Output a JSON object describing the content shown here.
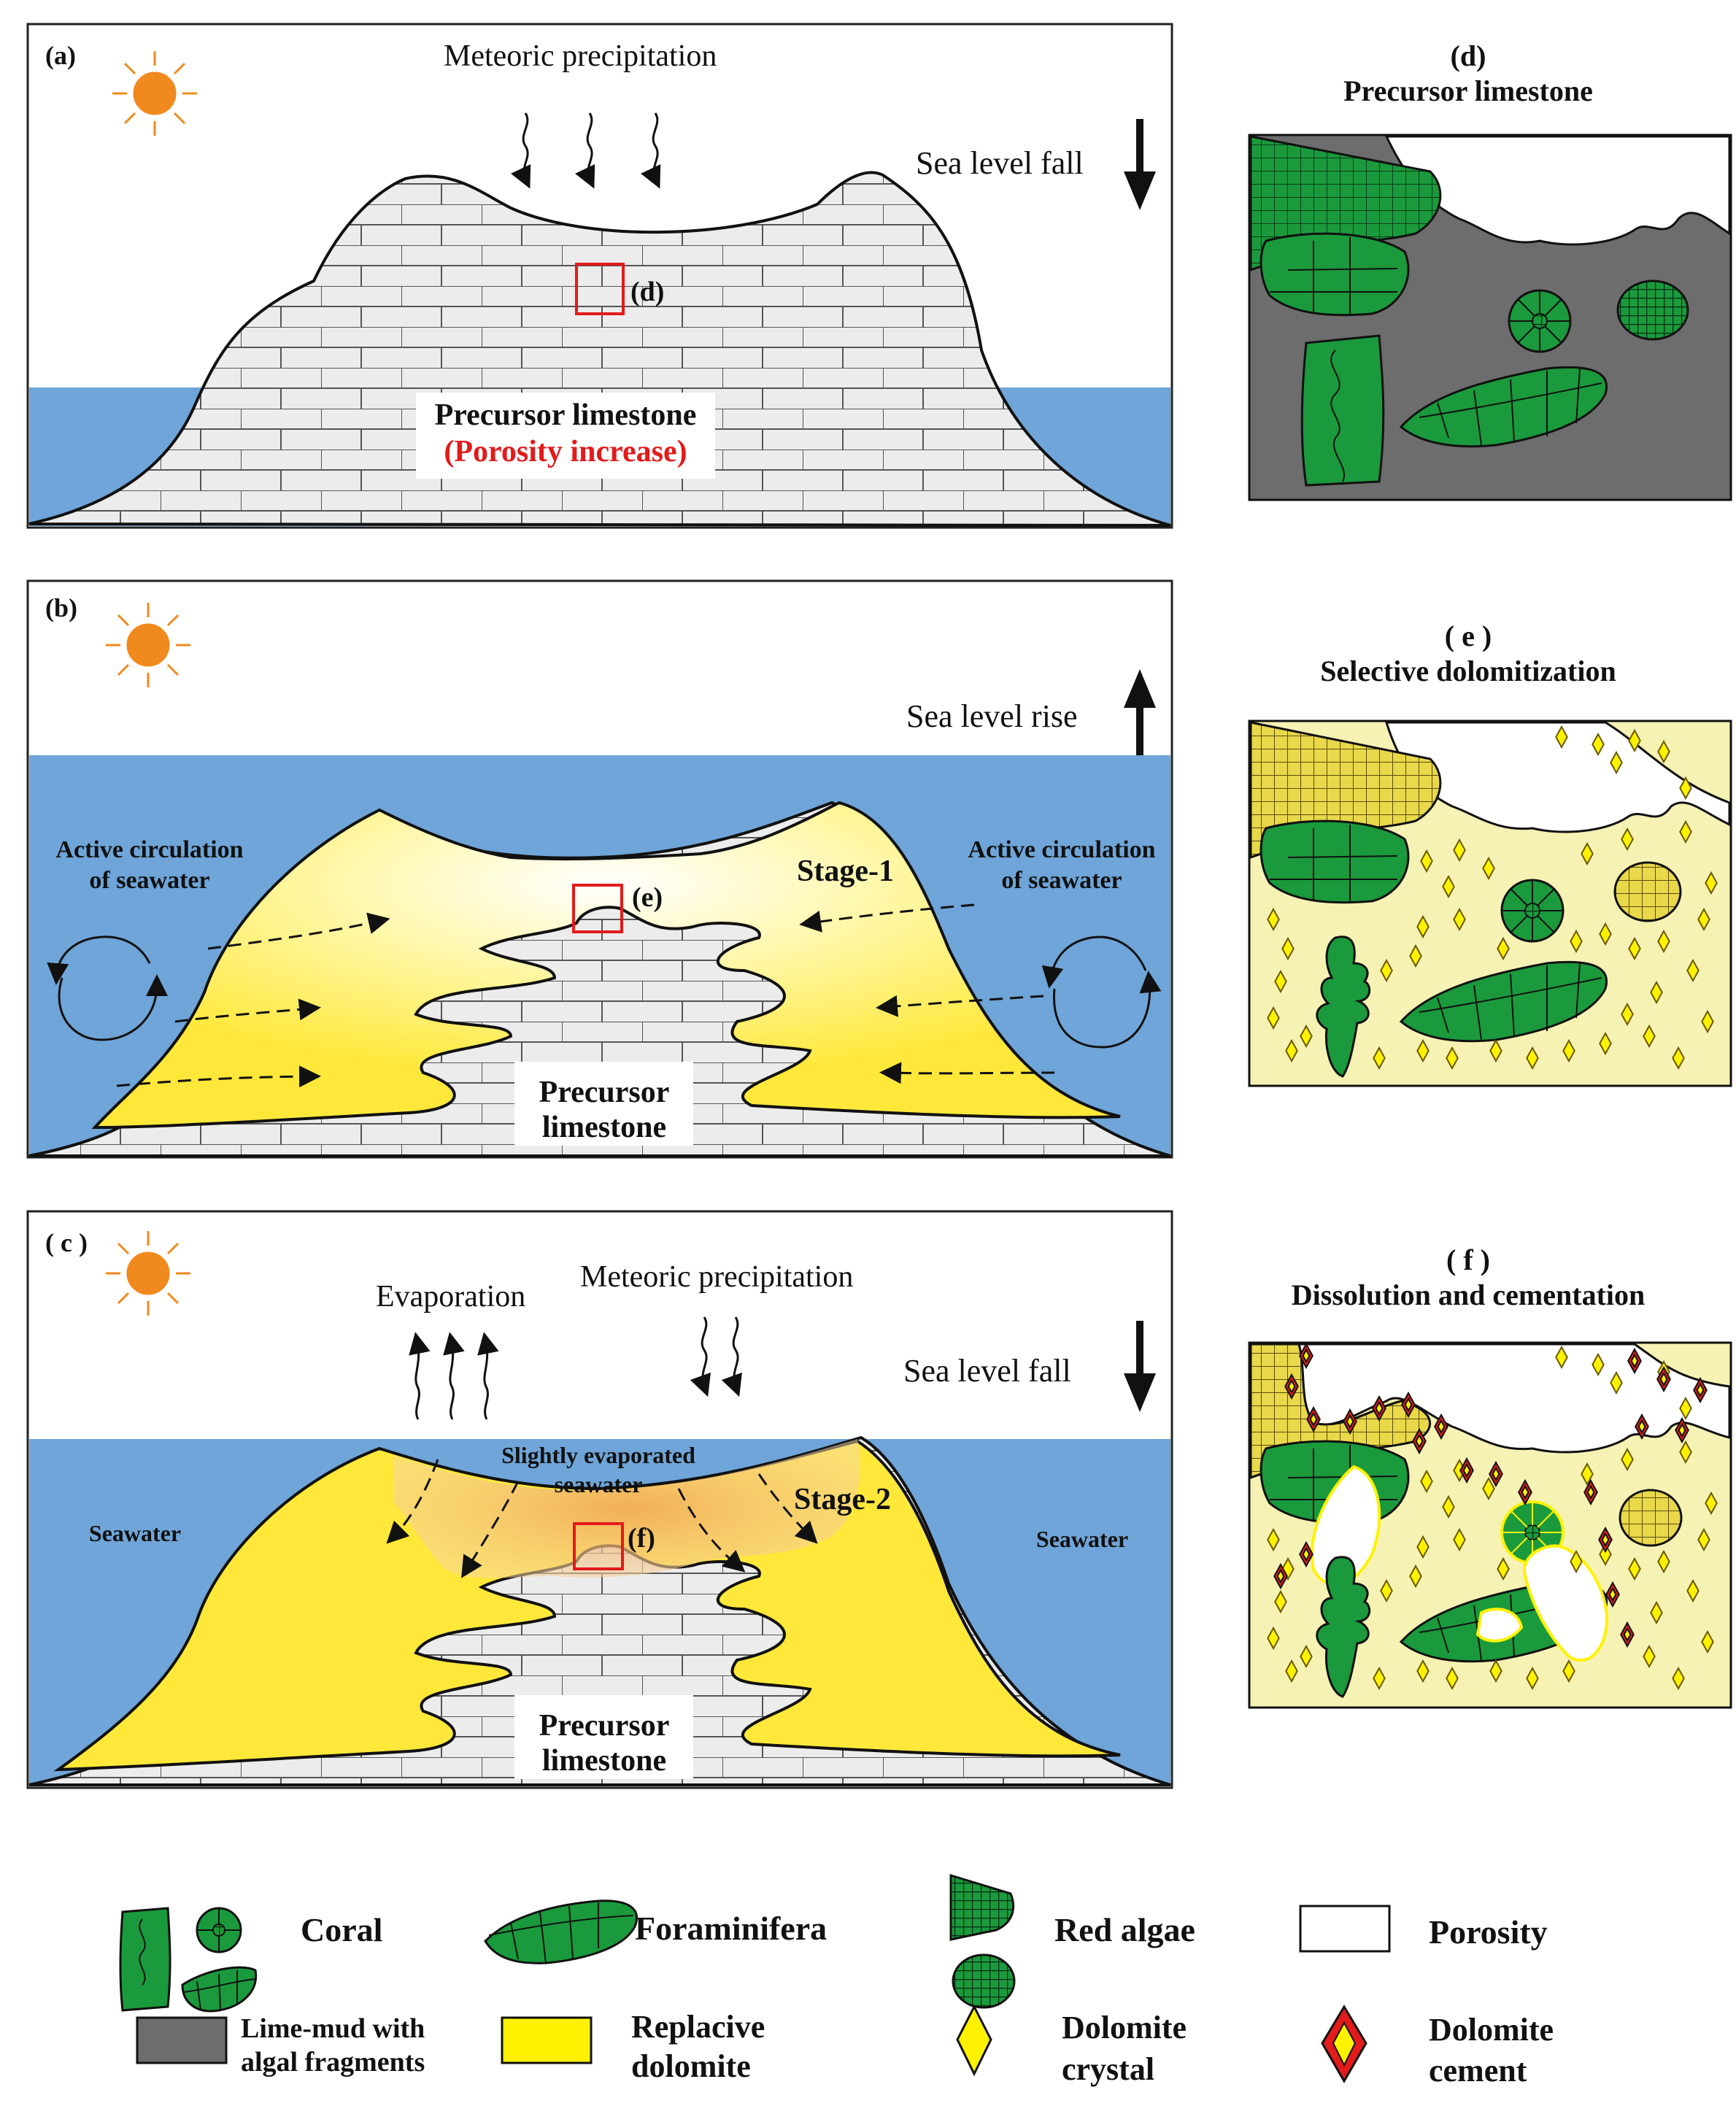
{
  "panel_a": {
    "label": "(a)",
    "precipitation": "Meteoric precipitation",
    "sea_level": "Sea level fall",
    "inset_ref": "(d)",
    "rock_name": "Precursor limestone",
    "rock_note": "(Porosity increase)"
  },
  "panel_b": {
    "label": "(b)",
    "sea_level": "Sea level rise",
    "circ_left_1": "Active circulation",
    "circ_left_2": "of seawater",
    "circ_right_1": "Active circulation",
    "circ_right_2": "of seawater",
    "stage": "Stage-1",
    "inset_ref": "(e)",
    "rock_1": "Precursor",
    "rock_2": "limestone"
  },
  "panel_c": {
    "label": "( c )",
    "evaporation": "Evaporation",
    "precipitation": "Meteoric precipitation",
    "sea_level": "Sea level fall",
    "seawater_left": "Seawater",
    "seawater_right": "Seawater",
    "evap_1": "Slightly evaporated",
    "evap_2": "seawater",
    "stage": "Stage-2",
    "inset_ref": "(f)",
    "rock_1": "Precursor",
    "rock_2": "limestone"
  },
  "panel_d": {
    "label": "(d)",
    "title": "Precursor limestone"
  },
  "panel_e": {
    "label": "( e )",
    "title": "Selective dolomitization"
  },
  "panel_f": {
    "label": "( f )",
    "title": "Dissolution and cementation"
  },
  "legend": {
    "coral": "Coral",
    "foraminifera": "Foraminifera",
    "red_algae": "Red algae",
    "porosity": "Porosity",
    "lime_mud_1": "Lime-mud with",
    "lime_mud_2": "algal fragments",
    "replacive_1": "Replacive",
    "replacive_2": "dolomite",
    "dol_crystal_1": "Dolomite",
    "dol_crystal_2": "crystal",
    "dol_cement_1": "Dolomite",
    "dol_cement_2": "cement"
  },
  "colors": {
    "sea": "#6fa5d8",
    "limestone": "#eeeeee",
    "dolomite": "#fff200",
    "coral_green": "#1a9a3c",
    "lime_mud": "#6d6d6d",
    "highlight_red": "#e21b1b",
    "sun": "#f08a1e"
  }
}
